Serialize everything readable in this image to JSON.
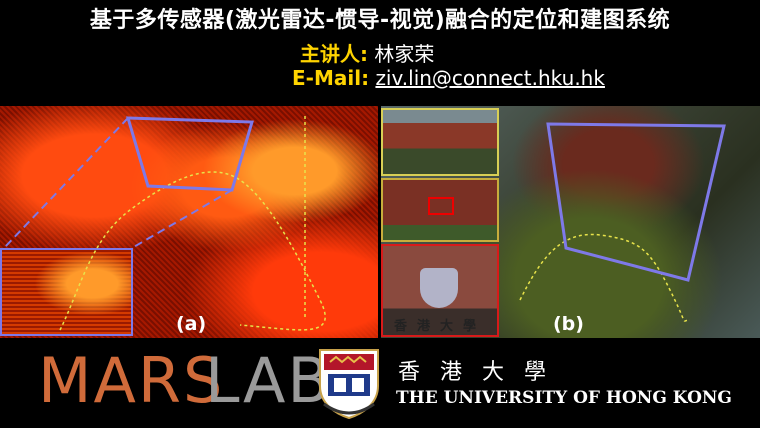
{
  "header": {
    "title": "基于多传感器(激光雷达-惯导-视觉)融合的定位和建图系统",
    "speaker_label": "主讲人:",
    "speaker_name": "林家荣",
    "email_label": "E-Mail:",
    "email": "ziv.lin@connect.hku.hk"
  },
  "figures": {
    "a_label": "(a)",
    "b_label": "(b)",
    "photo_text": "香港大學"
  },
  "footer": {
    "mars": "MARS",
    "lab": "LAB",
    "hku_chinese": "香港大學",
    "hku_english": "THE UNIVERSITY OF HONG KONG"
  },
  "colors": {
    "title": "#ffffff",
    "label": "#ffd400",
    "highlight_frame": "#7e79e8",
    "mars": "#d06b3a",
    "lab": "#9a9a9a"
  }
}
